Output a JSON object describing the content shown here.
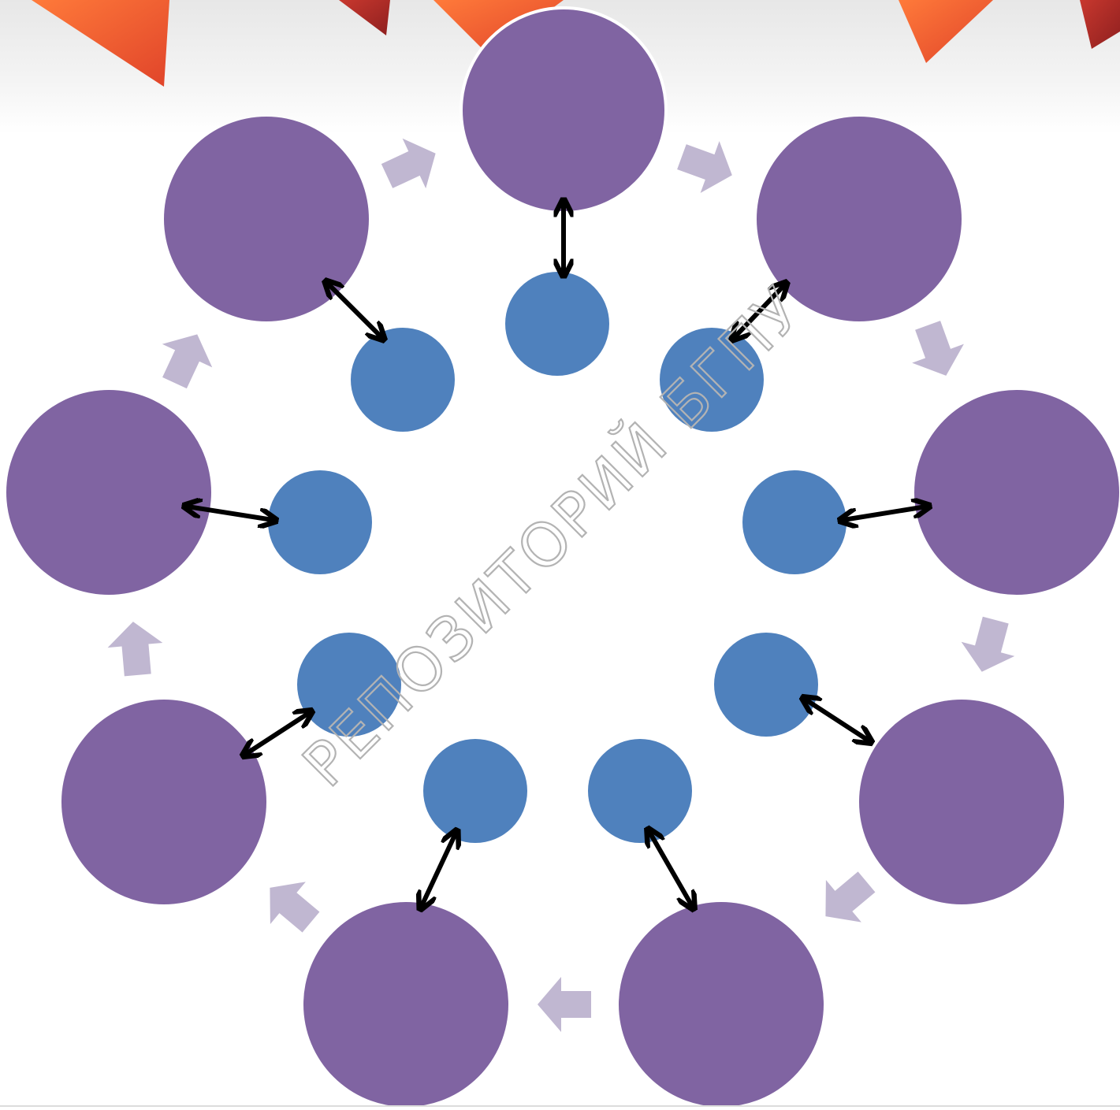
{
  "diagram": {
    "nodes": [
      "",
      "",
      "",
      "",
      "",
      "",
      "",
      "",
      "",
      ""
    ],
    "subnodes": [
      "",
      "",
      "",
      "",
      "",
      "",
      "",
      "",
      "",
      ""
    ],
    "cycle_direction": "clockwise",
    "links": "two-headed arrows between each outer circle and its inner circle"
  },
  "watermark": {
    "text": "РЕПОЗИТОРИЙ БГПУ"
  },
  "colors": {
    "outer_circle": "#8064A2",
    "inner_circle": "#4F81BD",
    "cycle_arrow": "#C0B7D1",
    "link_arrow": "#000000",
    "banner_orange": "#F26A2E",
    "banner_red": "#C0392B",
    "watermark_stroke": "#B3B3B3"
  }
}
